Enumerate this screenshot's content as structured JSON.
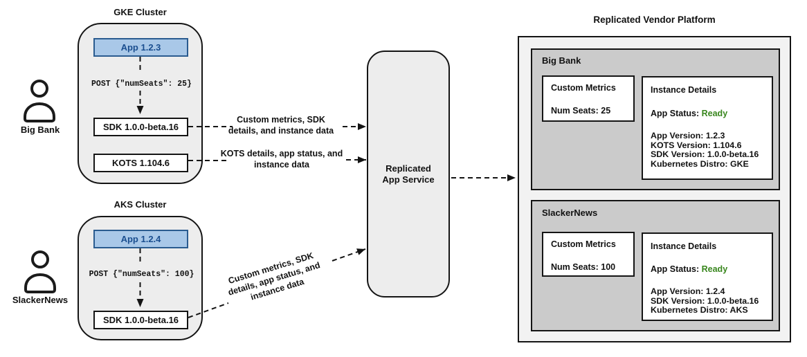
{
  "users": [
    {
      "name": "Big Bank"
    },
    {
      "name": "SlackerNews"
    }
  ],
  "clusters": [
    {
      "title": "GKE Cluster",
      "app_label": "App 1.2.3",
      "post_request": "POST {\"numSeats\": 25}",
      "sdk_label": "SDK 1.0.0-beta.16",
      "kots_label": "KOTS 1.104.6"
    },
    {
      "title": "AKS Cluster",
      "app_label": "App 1.2.4",
      "post_request": "POST {\"numSeats\": 100}",
      "sdk_label": "SDK 1.0.0-beta.16"
    }
  ],
  "connector_labels": {
    "sdk_to_service": "Custom metrics, SDK details, and instance data",
    "kots_to_service": "KOTS details, app status, and instance data",
    "aks_sdk_to_service": "Custom metrics, SDK details, app status, and instance data"
  },
  "service": {
    "label": "Replicated App Service"
  },
  "platform": {
    "title": "Replicated Vendor Platform",
    "tenants": [
      {
        "name": "Big Bank",
        "custom_metrics": {
          "title": "Custom Metrics",
          "metric": "Num Seats: 25"
        },
        "instance_details": {
          "title": "Instance Details",
          "app_status_label": "App Status:",
          "app_status_value": "Ready",
          "lines": [
            "App Version: 1.2.3",
            "KOTS Version: 1.104.6",
            "SDK Version: 1.0.0-beta.16",
            "Kubernetes Distro: GKE"
          ]
        }
      },
      {
        "name": "SlackerNews",
        "custom_metrics": {
          "title": "Custom Metrics",
          "metric": "Num Seats: 100"
        },
        "instance_details": {
          "title": "Instance Details",
          "app_status_label": "App Status:",
          "app_status_value": "Ready",
          "lines": [
            "App Version: 1.2.4",
            "SDK Version: 1.0.0-beta.16",
            "Kubernetes Distro: AKS"
          ]
        }
      }
    ]
  },
  "colors": {
    "app_box_fill": "#a9c8e8",
    "app_box_border": "#2a5b8f",
    "app_box_text": "#1a4e8f",
    "status_ready_green": "#38861d",
    "cluster_fill": "#ededed",
    "tenant_fill": "#cbcbcb",
    "platform_fill": "#f2f2f2"
  }
}
